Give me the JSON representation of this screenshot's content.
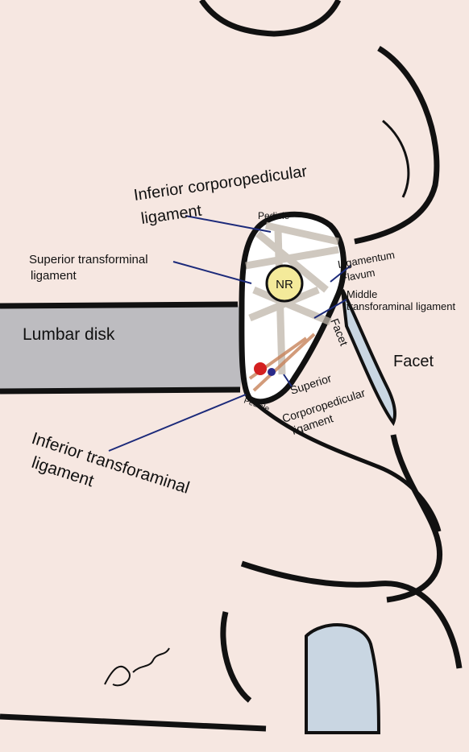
{
  "labels": {
    "inferior_corporopedicular_1": "Inferior corporopedicular",
    "inferior_corporopedicular_2": "ligament",
    "pedicle_top": "Pedicle",
    "superior_transforaminal_1": "Superior transforminal",
    "superior_transforaminal_2": "ligament",
    "nerve_root": "NR",
    "ligamentum_flavum_1": "Ligamentum",
    "ligamentum_flavum_2": "Flavum",
    "middle_transforaminal_1": "Middle",
    "middle_transforaminal_2": "transforaminal ligament",
    "lumbar_disk": "Lumbar disk",
    "facet_small": "Facet",
    "facet_large": "Facet",
    "pedicle_bottom": "Pedicle",
    "superior_corporopedicular_1": "Superior",
    "superior_corporopedicular_2": "Corporopedicular",
    "superior_corporopedicular_3": "ligament",
    "inferior_transforaminal_1": "Inferior transforaminal",
    "inferior_transforaminal_2": "ligament"
  },
  "colors": {
    "bone": "#f6e7e1",
    "bone_shadow": "#ecd6cc",
    "outline": "#111111",
    "disk": "#bdbcc0",
    "foramen": "#ffffff",
    "leader_line": "#1c2a7a",
    "nerve_root": "#f4ea9a",
    "ligament_fiber": "#c8c2b8",
    "vessel_red": "#d42020",
    "vessel_blue": "#2a2a8a",
    "facet_joint": "#c9d6e2"
  }
}
